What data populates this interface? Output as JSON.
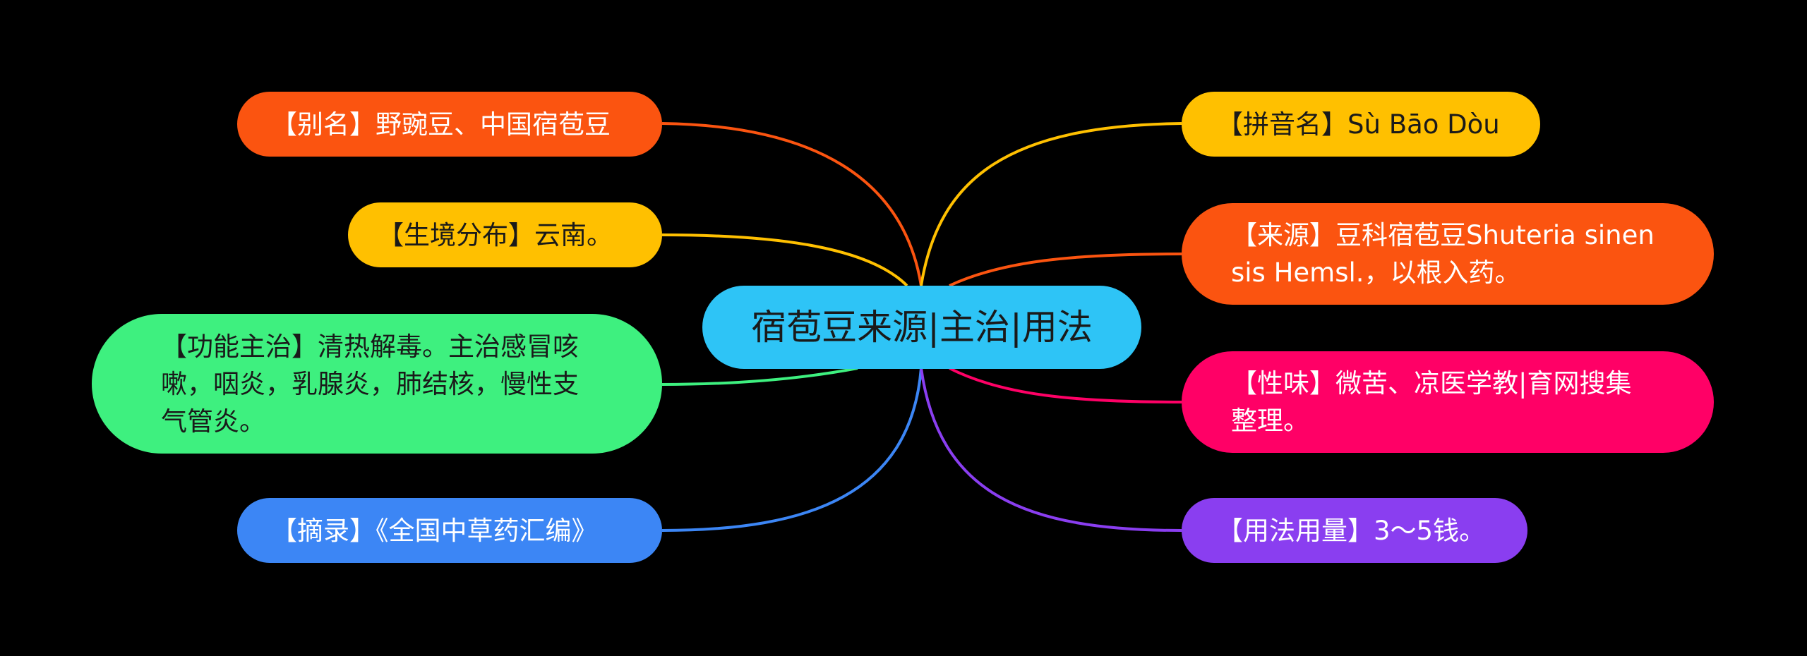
{
  "center": {
    "label": "宿苞豆来源|主治|用法",
    "color": "#2ec4f6"
  },
  "nodes": [
    {
      "id": "alias",
      "label": "【别名】野豌豆、中国宿苞豆",
      "color": "#fb5410",
      "side": "left"
    },
    {
      "id": "habitat",
      "label": "【生境分布】云南。",
      "color": "#ffc000",
      "side": "left"
    },
    {
      "id": "function",
      "label": "【功能主治】清热解毒。主治感冒咳嗽，咽炎，乳腺炎，肺结核，慢性支气管炎。",
      "color": "#3ef07f",
      "side": "left"
    },
    {
      "id": "excerpt",
      "label": "【摘录】《全国中草药汇编》",
      "color": "#3c86f5",
      "side": "left"
    },
    {
      "id": "pinyin",
      "label": "【拼音名】Sù Bāo Dòu",
      "color": "#ffc000",
      "side": "right"
    },
    {
      "id": "source",
      "label": "【来源】豆科宿苞豆Shuteria sinensis Hemsl.，以根入药。",
      "color": "#fb5410",
      "side": "right"
    },
    {
      "id": "taste",
      "label": "【性味】微苦、凉医学教|育网搜集整理。",
      "color": "#ff0066",
      "side": "right"
    },
    {
      "id": "usage",
      "label": "【用法用量】3～5钱。",
      "color": "#8a3ef0",
      "side": "right"
    }
  ]
}
